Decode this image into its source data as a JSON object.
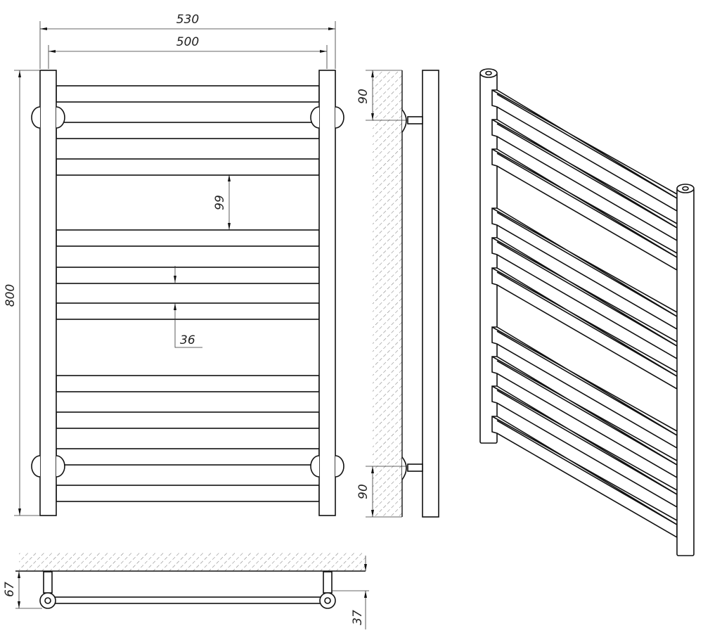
{
  "title": "Towel rail technical drawing",
  "colors": {
    "line": "#111111",
    "hatch": "#555555"
  },
  "front_view": {
    "overall_width": "530",
    "inner_width": "500",
    "height": "800",
    "bar_gap": "99",
    "bar_height": "36"
  },
  "side_view": {
    "top_bracket": "90",
    "bottom_bracket": "90"
  },
  "bottom_view": {
    "wall_depth": "67",
    "axis_offset": "37"
  }
}
